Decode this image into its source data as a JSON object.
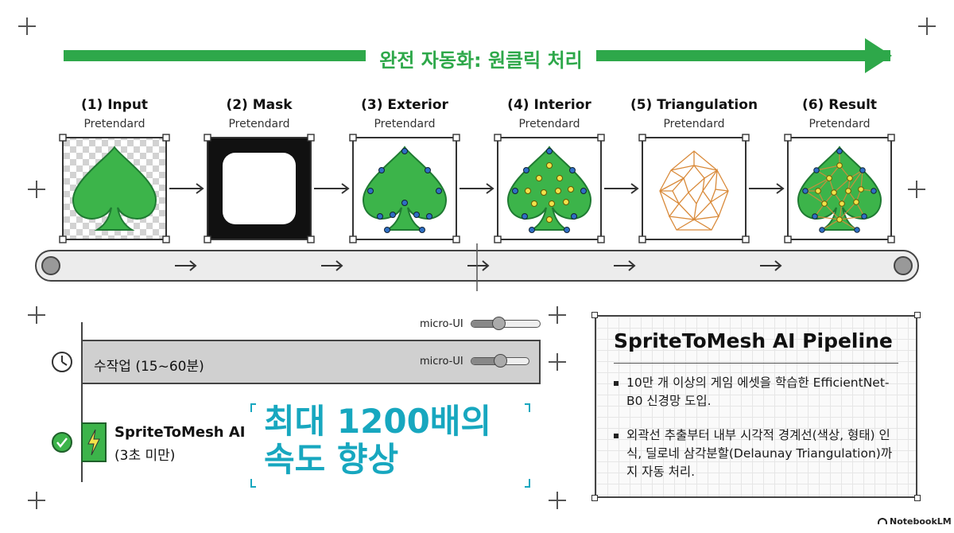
{
  "banner": {
    "label": "완전 자동화: 원클릭 처리",
    "color": "#2ea84a"
  },
  "stages": [
    {
      "title": "(1) Input",
      "subtitle": "Pretendard"
    },
    {
      "title": "(2) Mask",
      "subtitle": "Pretendard"
    },
    {
      "title": "(3) Exterior",
      "subtitle": "Pretendard"
    },
    {
      "title": "(4) Interior",
      "subtitle": "Pretendard"
    },
    {
      "title": "(5) Triangulation",
      "subtitle": "Pretendard"
    },
    {
      "title": "(6) Result",
      "subtitle": "Pretendard"
    }
  ],
  "comparison": {
    "manual": {
      "label": "수작업 (15~60분)"
    },
    "ai": {
      "name": "SpriteToMesh AI",
      "time": "(3초 미만)"
    },
    "micro_label_1": "micro-UI",
    "micro_label_2": "micro-UI",
    "headline_line1": "최대 1200배의",
    "headline_line2": "속도 향상",
    "headline_color": "#17a7bf"
  },
  "card": {
    "title": "SpriteToMesh AI Pipeline",
    "bullets": [
      "10만 개 이상의 게임 에셋을 학습한 EfficientNet-B0 신경망 도입.",
      "외곽선 추출부터 내부 시각적 경계선(색상, 형태) 인식, 딜로네 삼각분할(Delaunay Triangulation)까지 자동 처리."
    ]
  },
  "watermark": "NotebookLM",
  "colors": {
    "green": "#3cb44a",
    "dark_green": "#1f7a32",
    "mesh": "#d98a3a",
    "interior_dot": "#f2e24a",
    "vertex_dot": "#2f6fc4"
  }
}
